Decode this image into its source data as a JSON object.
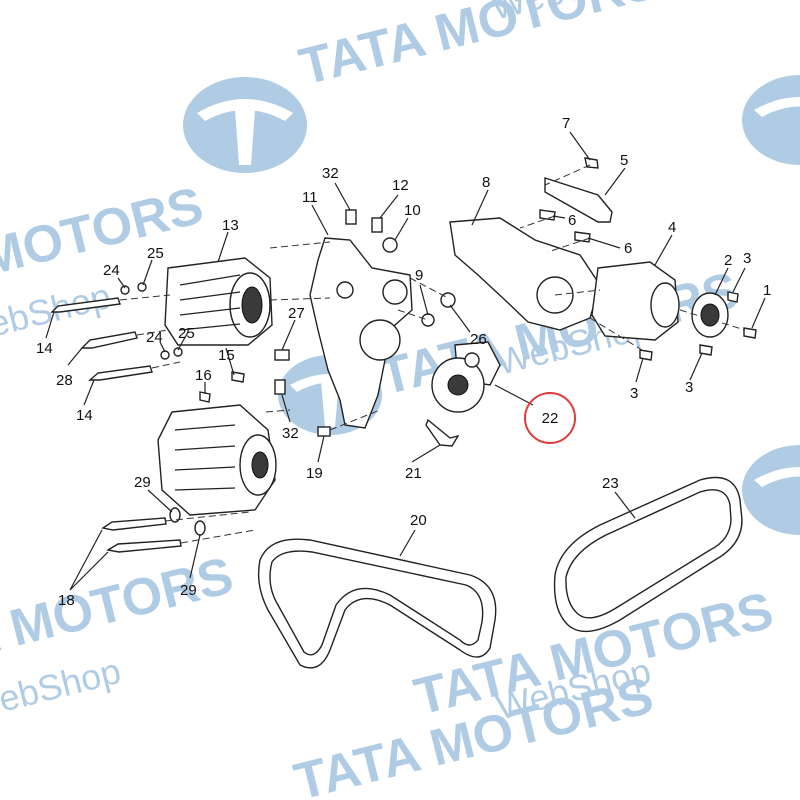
{
  "watermark": {
    "brand": "TATA MOTORS",
    "sub": "WebShop",
    "color": "#1f6db5"
  },
  "highlight": {
    "label": "22",
    "color": "#e03a3a"
  },
  "callouts": {
    "c1": "1",
    "c2": "2",
    "c3a": "3",
    "c3b": "3",
    "c3c": "3",
    "c4": "4",
    "c5": "5",
    "c6a": "6",
    "c6b": "6",
    "c7": "7",
    "c8": "8",
    "c9": "9",
    "c10": "10",
    "c11": "11",
    "c12": "12",
    "c13": "13",
    "c14a": "14",
    "c14b": "14",
    "c15": "15",
    "c16": "16",
    "c18": "18",
    "c19": "19",
    "c20": "20",
    "c21": "21",
    "c23": "23",
    "c24a": "24",
    "c24b": "24",
    "c25a": "25",
    "c25b": "25",
    "c26": "26",
    "c27": "27",
    "c28": "28",
    "c29a": "29",
    "c29b": "29",
    "c32a": "32",
    "c32b": "32"
  }
}
